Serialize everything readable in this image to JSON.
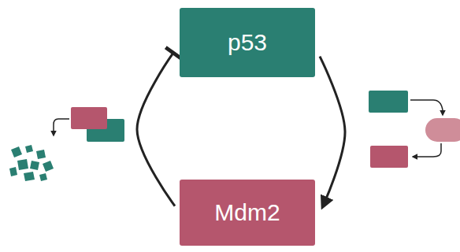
{
  "diagram": {
    "nodes": [
      {
        "text": [
          "p53"
        ]
      },
      {
        "text": [
          "Mdm2"
        ]
      }
    ],
    "edges": [
      {
        "from": 0,
        "to": 1,
        "arrow": "to"
      },
      {
        "from": 1,
        "to": 0,
        "arrow": "to"
      }
    ]
  }
}
